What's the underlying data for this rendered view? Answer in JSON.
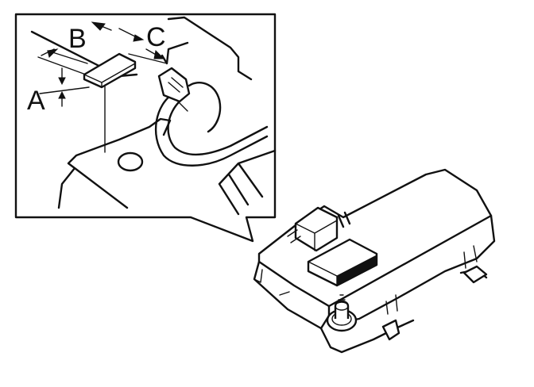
{
  "diagram": {
    "labels": {
      "a": "A",
      "b": "B",
      "c": "C"
    },
    "colors": {
      "ink": "#111111",
      "paper": "#ffffff"
    }
  }
}
